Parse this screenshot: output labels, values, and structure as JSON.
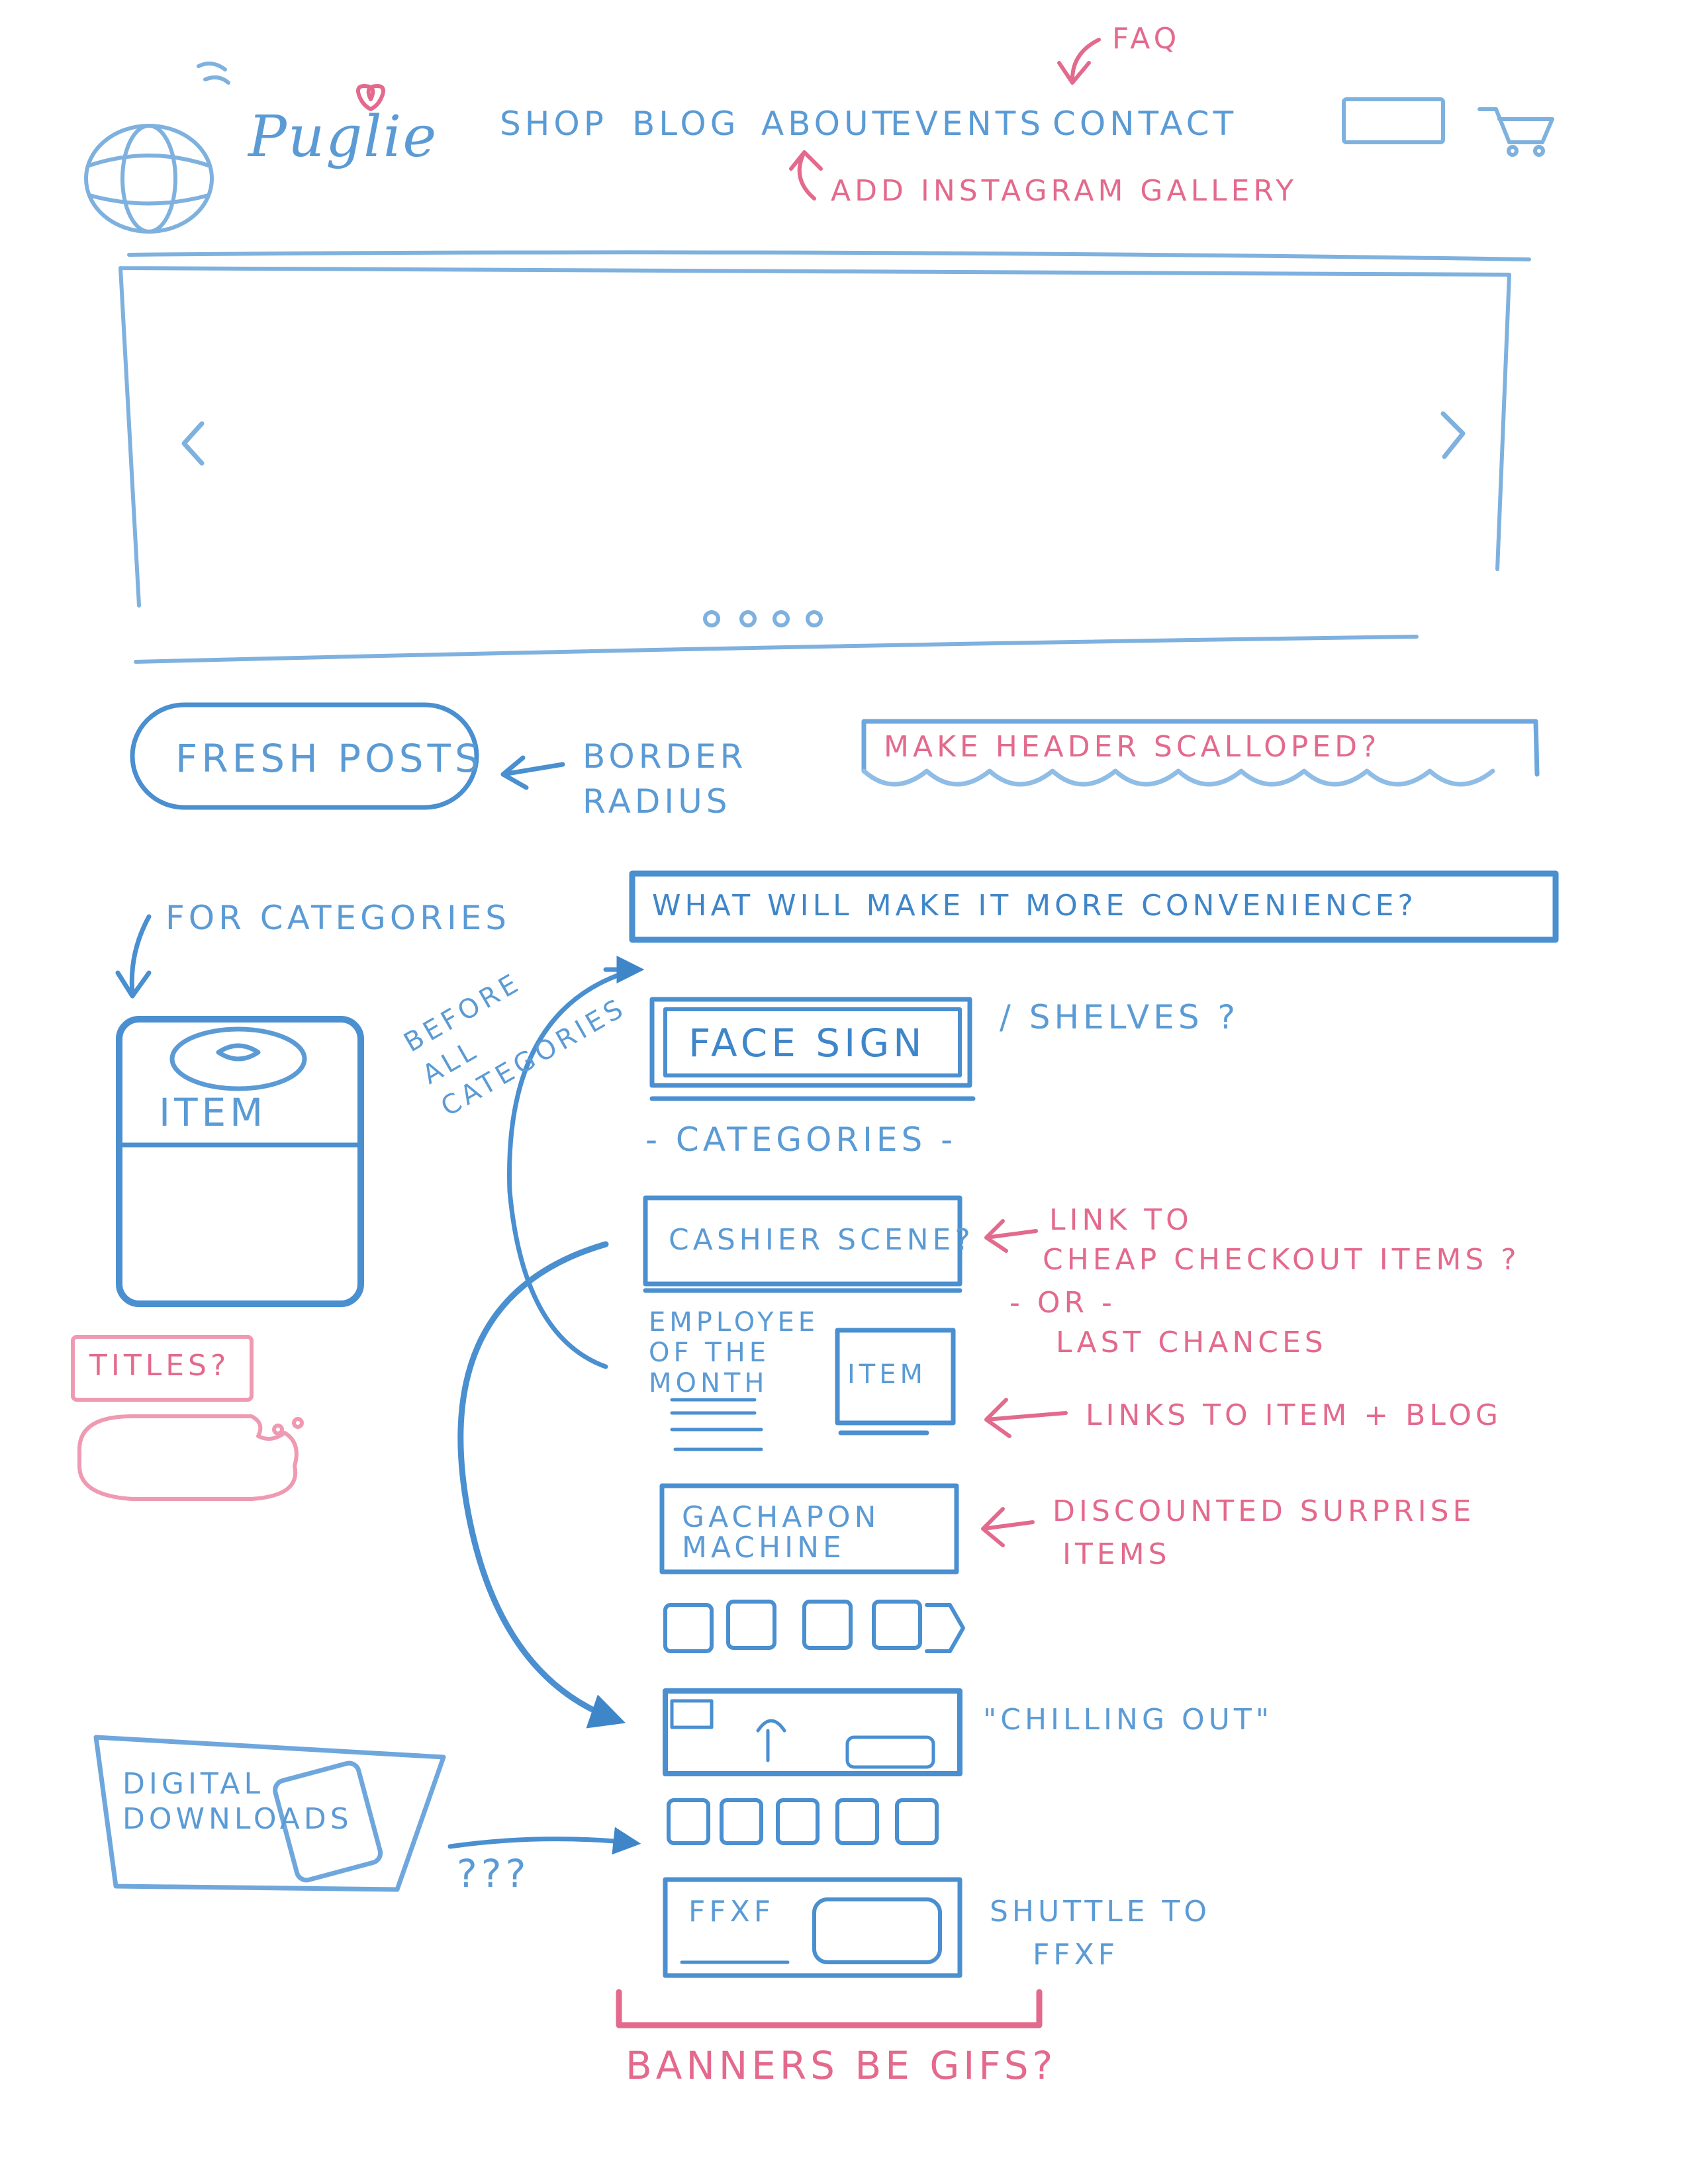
{
  "brand": {
    "name": "Puglie"
  },
  "nav": {
    "items": [
      "Shop",
      "Blog",
      "About",
      "Events",
      "Contact"
    ],
    "note_faq": "FAQ",
    "note_instagram": "Add Instagram Gallery"
  },
  "section_pill": {
    "label": "Fresh Posts",
    "note": "Border Radius"
  },
  "scallop_header": {
    "label": "Make header scalloped?"
  },
  "convenience_header": {
    "label": "What will make it more convenience?"
  },
  "categories": {
    "note": "For categories",
    "item_label": "Item",
    "before_note": "Before all categories"
  },
  "titles_note": "Titles?",
  "face_sign": {
    "label": "Face Sign",
    "note": "/ Shelves ?"
  },
  "categories_divider": "- Categories -",
  "cashier": {
    "label": "Cashier Scene?",
    "note_line1": "Link to",
    "note_line2": "Cheap checkout items ?",
    "note_or": "- or -",
    "note_line3": "Last chances"
  },
  "employee": {
    "label": "Employee of the month",
    "item_label": "Item",
    "note": "Links to item + blog"
  },
  "gachapon": {
    "label": "Gachapon Machine",
    "note_line1": "Discounted surprise",
    "note_line2": "items"
  },
  "chilling": {
    "note": "\"Chilling out\""
  },
  "digital": {
    "label": "Digital Downloads",
    "note": "???"
  },
  "ffxf": {
    "label": "FFXF",
    "note_line1": "Shuttle to",
    "note_line2": "FFXF"
  },
  "banners_note": "Banners be gifs?",
  "colors": {
    "ink_blue": "#5b9bd5",
    "ink_dark_blue": "#3f86c9",
    "ink_pink": "#e36a8d"
  }
}
